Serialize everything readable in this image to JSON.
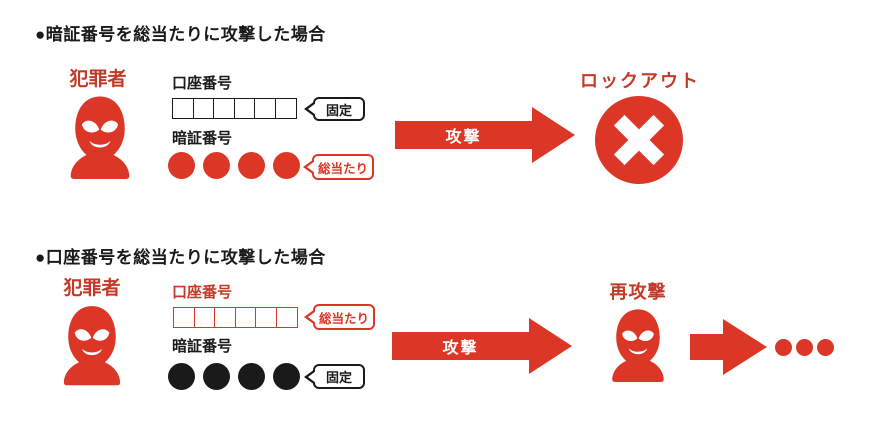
{
  "colors": {
    "red": "#DC3726",
    "dark_red_text": "#C33A28",
    "black": "#1A1A1A",
    "white": "#FFFFFF"
  },
  "scenario1": {
    "title": "●暗証番号を総当たりに攻撃した場合",
    "attacker_label": "犯罪者",
    "account_field": {
      "label": "口座番号",
      "box_count": 6,
      "tag": "固定"
    },
    "pin_field": {
      "label": "暗証番号",
      "dot_count": 4,
      "tag": "総当たり"
    },
    "arrow_label": "攻撃",
    "result_label": "ロックアウト"
  },
  "scenario2": {
    "title": "●口座番号を総当たりに攻撃した場合",
    "attacker_label": "犯罪者",
    "account_field": {
      "label": "口座番号",
      "box_count": 6,
      "tag": "総当たり"
    },
    "pin_field": {
      "label": "暗証番号",
      "dot_count": 4,
      "tag": "固定"
    },
    "arrow_label": "攻撃",
    "result_label": "再攻撃",
    "ellipsis_dot_count": 3
  }
}
